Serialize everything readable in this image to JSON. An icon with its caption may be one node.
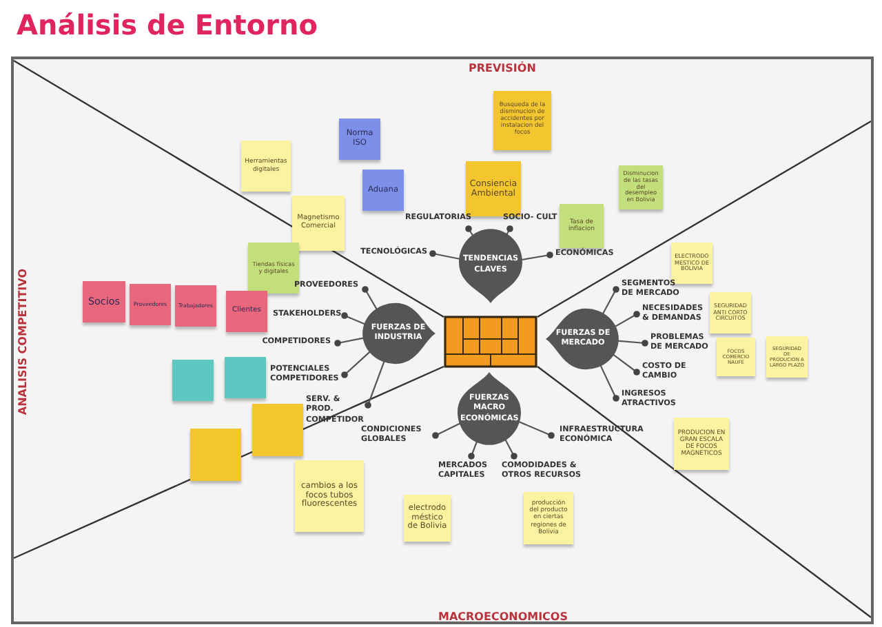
{
  "diagram": {
    "title": "Análisis de Entorno",
    "nodes": [
      {
        "text": [
          "Busqueda de la disminucion de accidentes por instalacion del focos"
        ]
      },
      {
        "text": [
          "Norma ISO"
        ]
      },
      {
        "text": [
          "Herramientas digitales"
        ]
      },
      {
        "text": [
          "Aduana"
        ]
      },
      {
        "text": [
          "Consiencia Ambiental"
        ]
      },
      {
        "text": [
          "Disminucion de las tasas del desempleo en Bolivia"
        ]
      },
      {
        "text": [
          "Magnetismo Comercial"
        ]
      },
      {
        "text": [
          "Tasa de inflacion"
        ]
      },
      {
        "text": [
          "REGULATORIAS"
        ]
      },
      {
        "text": [
          "SOCIO- CULT"
        ]
      },
      {
        "text": [
          "TENDENCIAS CLAVES"
        ]
      },
      {
        "text": [
          "TECNOLÓGICAS"
        ]
      },
      {
        "text": [
          "ECONÓMICAS"
        ]
      },
      {
        "text": [
          "Tiendas físicas y digitales"
        ]
      },
      {
        "text": [
          "ELECTRODO MESTICO DE BOLIVIA"
        ]
      },
      {
        "text": [
          "Socios"
        ]
      },
      {
        "text": [
          "Proveedores"
        ]
      },
      {
        "text": [
          "Trabajadores"
        ]
      },
      {
        "text": [
          "Clientes"
        ]
      },
      {
        "text": [
          "PROVEEDORES"
        ]
      },
      {
        "text": [
          "SEGMENTOS DE MERCADO"
        ]
      },
      {
        "text": [
          "SEGURIDAD ANTI CORTO CIRCUITOS"
        ]
      },
      {
        "text": [
          "STAKEHOLDERS"
        ]
      },
      {
        "text": [
          "NECESIDADES & DEMANDAS"
        ]
      },
      {
        "text": [
          "FUERZAS DE INDUSTRIA"
        ]
      },
      {
        "text": [],
        "shape": "box"
      },
      {
        "text": [
          "FUERZAS DE MERCADO"
        ]
      },
      {
        "text": [
          "COMPETIDORES"
        ]
      },
      {
        "text": [
          "PROBLEMAS DE MERCADO"
        ]
      },
      {
        "text": [
          "FOCOS COMERCIO NAUFE"
        ]
      },
      {
        "text": [
          "SEGURIDAD DE PRODUCION A LARGO PLAZO"
        ]
      },
      {
        "text": [],
        "shape": "box"
      },
      {
        "text": [],
        "shape": "box"
      },
      {
        "text": [
          "POTENCIALES COMPETIDORES"
        ]
      },
      {
        "text": [
          "COSTO DE CAMBIO"
        ]
      },
      {
        "text": [
          "INGRESOS ATRACTIVOS"
        ]
      },
      {
        "text": [
          "SERV. & PROD. COMPETIDOR"
        ]
      },
      {
        "text": [],
        "shape": "box"
      },
      {
        "text": [
          "FUERZAS MACRO ECONÓMICAS"
        ]
      },
      {
        "text": [
          "PRODUCION EN GRAN ESCALA DE FOCOS MAGNETICOS"
        ]
      },
      {
        "text": [],
        "shape": "box"
      },
      {
        "text": [
          "CONDICIONES GLOBALES"
        ]
      },
      {
        "text": [
          "INFRAESTRUCTURA ECONÓMICA"
        ]
      },
      {
        "text": [
          "MERCADOS CAPITALES"
        ]
      },
      {
        "text": [
          "COMODIDADES & OTROS RECURSOS"
        ]
      },
      {
        "text": [
          "cambios a los focos tubos fluorescentes"
        ]
      },
      {
        "text": [
          "electrodo méstico de Bolivia"
        ]
      },
      {
        "text": [
          "producción del producto en ciertas regiones de Bolivia"
        ]
      }
    ],
    "edges": [
      {
        "from": 10,
        "to": 8,
        "arrow": "other"
      },
      {
        "from": 10,
        "to": 9,
        "arrow": "other"
      },
      {
        "from": 10,
        "to": 11,
        "arrow": "other"
      },
      {
        "from": 10,
        "to": 12,
        "arrow": "other"
      },
      {
        "from": 24,
        "to": 19,
        "arrow": "other"
      },
      {
        "from": 24,
        "to": 22,
        "arrow": "other"
      },
      {
        "from": 24,
        "to": 27,
        "arrow": "other"
      },
      {
        "from": 24,
        "to": 33,
        "arrow": "other"
      },
      {
        "from": 24,
        "to": 36,
        "arrow": "other"
      },
      {
        "from": 26,
        "to": 20,
        "arrow": "other"
      },
      {
        "from": 26,
        "to": 23,
        "arrow": "other"
      },
      {
        "from": 26,
        "to": 28,
        "arrow": "other"
      },
      {
        "from": 26,
        "to": 34,
        "arrow": "other"
      },
      {
        "from": 26,
        "to": 35,
        "arrow": "other"
      },
      {
        "from": 38,
        "to": 41,
        "arrow": "other"
      },
      {
        "from": 38,
        "to": 43,
        "arrow": "other"
      },
      {
        "from": 38,
        "to": 44,
        "arrow": "other"
      },
      {
        "from": 38,
        "to": 42,
        "arrow": "other"
      }
    ],
    "labels": [
      "PREVISIÓN",
      "ANALISIS COMPETITIVO",
      "MACROECONOMICOS"
    ]
  }
}
